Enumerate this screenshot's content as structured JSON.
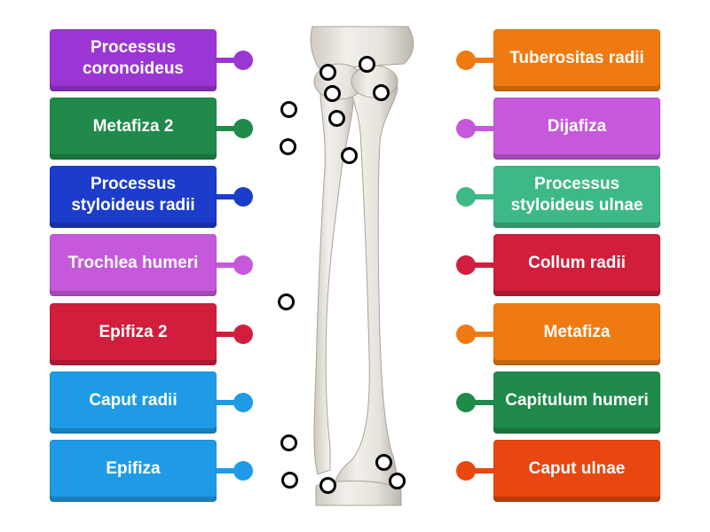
{
  "left_labels": [
    {
      "text": "Processus coronoideus",
      "color": "#9b35d3"
    },
    {
      "text": "Metafiza 2",
      "color": "#1f8a4a"
    },
    {
      "text": "Processus styloideus radii",
      "color": "#1c3ccb"
    },
    {
      "text": "Trochlea humeri",
      "color": "#c659db"
    },
    {
      "text": "Epifiza 2",
      "color": "#d11e3c"
    },
    {
      "text": "Caput radii",
      "color": "#1f9be6"
    },
    {
      "text": "Epifiza",
      "color": "#1f9be6"
    }
  ],
  "right_labels": [
    {
      "text": "Tuberositas radii",
      "color": "#f07a12"
    },
    {
      "text": "Dijafiza",
      "color": "#c659db"
    },
    {
      "text": "Processus styloideus ulnae",
      "color": "#3db986"
    },
    {
      "text": "Collum radii",
      "color": "#d11e3c"
    },
    {
      "text": "Metafiza",
      "color": "#f07a12"
    },
    {
      "text": "Capitulum humeri",
      "color": "#1f8a4a"
    },
    {
      "text": "Caput ulnae",
      "color": "#e8470f"
    }
  ]
}
